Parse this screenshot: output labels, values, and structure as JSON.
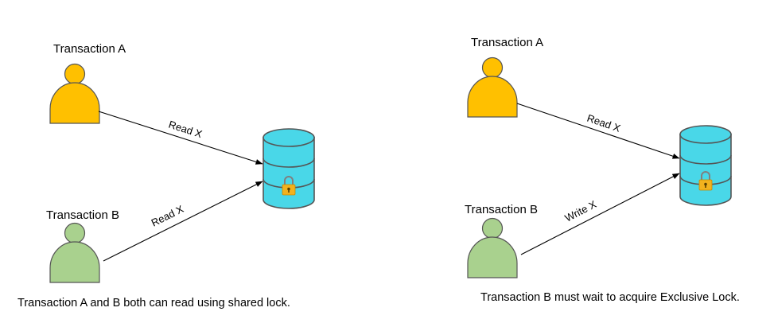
{
  "colors": {
    "transaction_a": "#FFC000",
    "transaction_b": "#A9D18E",
    "database": "#49D7E8",
    "lock_body": "#F2B21E",
    "lock_shackle": "#7F7F7F",
    "outline": "#555555",
    "arrow": "#000000"
  },
  "left_panel": {
    "transaction_a_label": "Transaction A",
    "transaction_b_label": "Transaction B",
    "edge_a_label": "Read X",
    "edge_b_label": "Read X",
    "caption": "Transaction A and B both can read using shared lock."
  },
  "right_panel": {
    "transaction_a_label": "Transaction A",
    "transaction_b_label": "Transaction B",
    "edge_a_label": "Read X",
    "edge_b_label": "Write X",
    "caption": "Transaction B must wait to acquire Exclusive Lock."
  },
  "icons": {
    "person": "person-icon",
    "database": "database-icon",
    "lock": "padlock-icon"
  }
}
